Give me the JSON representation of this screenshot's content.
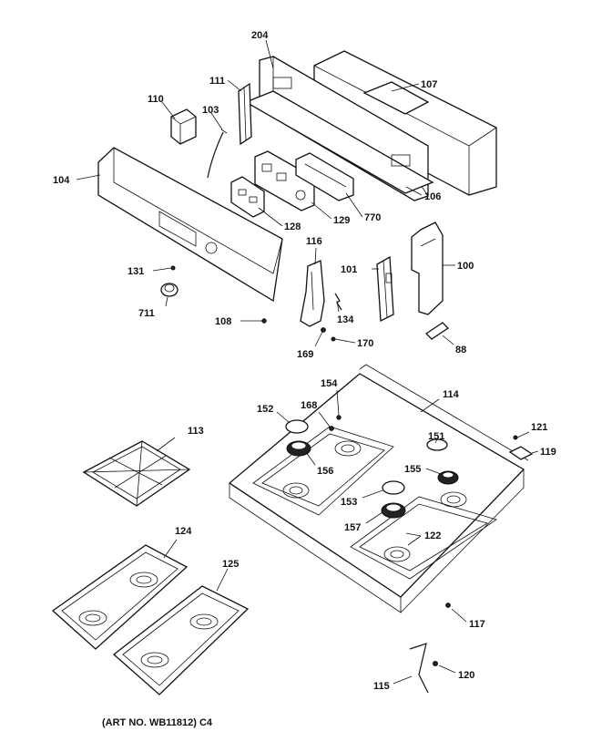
{
  "art_number": "(ART NO. WB11812) C4",
  "callouts": {
    "c204": "204",
    "c111": "111",
    "c110": "110",
    "c103": "103",
    "c107": "107",
    "c104": "104",
    "c106": "106",
    "c128": "128",
    "c129": "129",
    "c770": "770",
    "c116": "116",
    "c101": "101",
    "c100": "100",
    "c131": "131",
    "c711": "711",
    "c134": "134",
    "c108": "108",
    "c169": "169",
    "c170": "170",
    "c88": "88",
    "c154": "154",
    "c168": "168",
    "c114": "114",
    "c152": "152",
    "c151": "151",
    "c121": "121",
    "c113": "113",
    "c156": "156",
    "c155": "155",
    "c119": "119",
    "c153": "153",
    "c157": "157",
    "c122": "122",
    "c124": "124",
    "c125": "125",
    "c117": "117",
    "c120": "120",
    "c115": "115"
  }
}
